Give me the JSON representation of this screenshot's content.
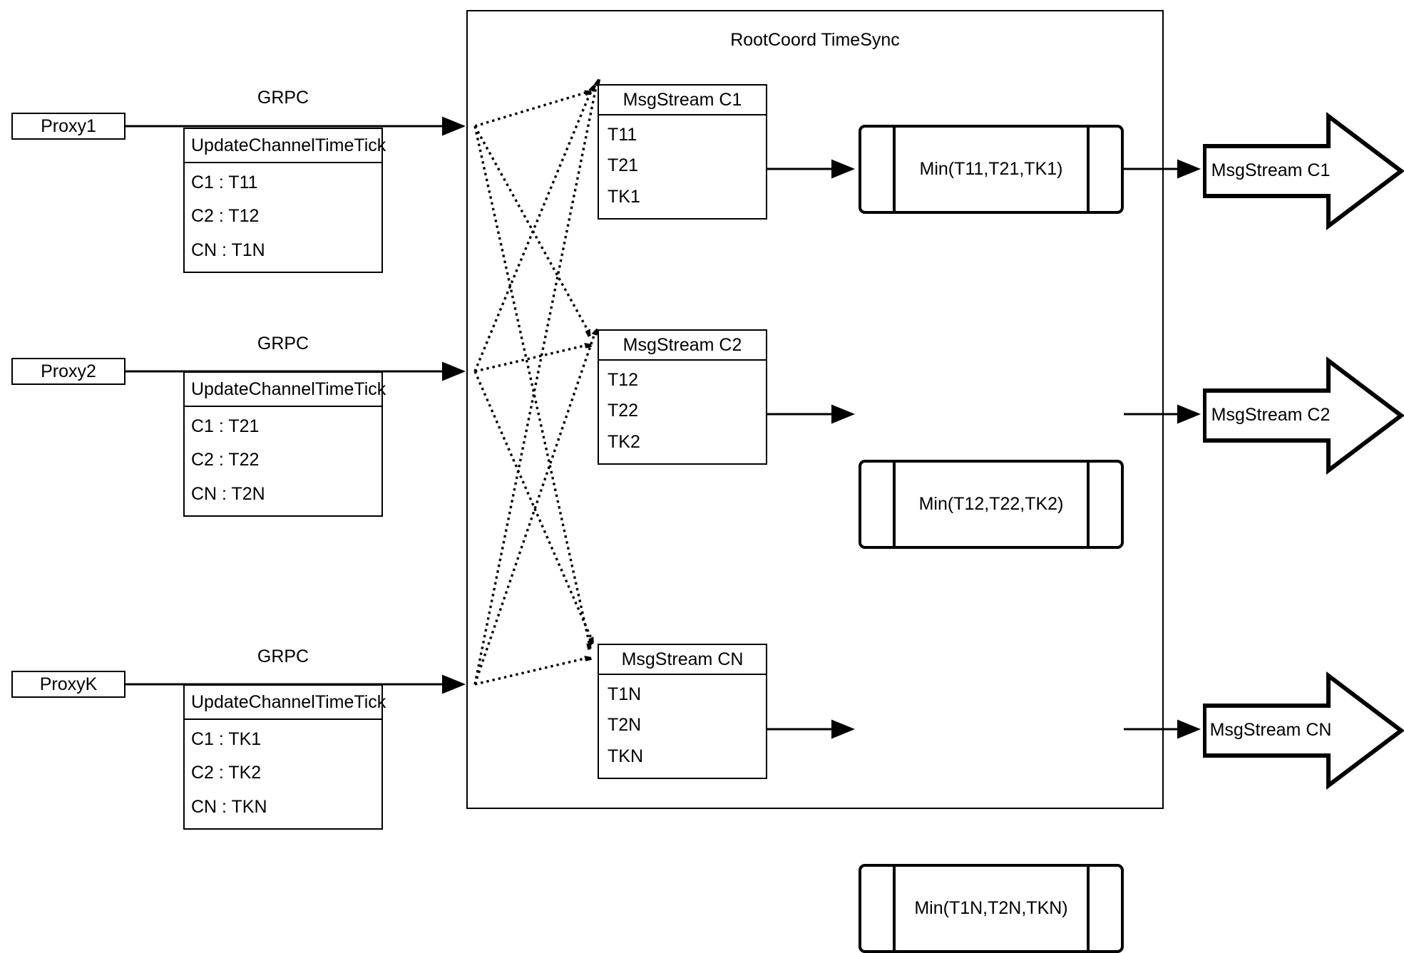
{
  "diagram": {
    "container_title": "RootCoord TimeSync",
    "rpc_label": "GRPC",
    "rpc_box_title": "UpdateChannelTimeTick",
    "colors": {
      "stroke": "#000000",
      "background": "#ffffff"
    },
    "rows": [
      {
        "proxy": "Proxy1",
        "rpc_label": "GRPC",
        "rpc_title": "UpdateChannelTimeTick",
        "rpc_entries": [
          "C1 :  T11",
          "C2 :  T12",
          "CN : T1N"
        ],
        "msgstream_title": "MsgStream C1",
        "msgstream_values": [
          "T11",
          "T21",
          "TK1"
        ],
        "min_label": "Min(T11,T21,TK1)",
        "output_label": "MsgStream C1"
      },
      {
        "proxy": "Proxy2",
        "rpc_label": "GRPC",
        "rpc_title": "UpdateChannelTimeTick",
        "rpc_entries": [
          "C1 :  T21",
          "C2 :  T22",
          "CN : T2N"
        ],
        "msgstream_title": "MsgStream C2",
        "msgstream_values": [
          "T12",
          "T22",
          "TK2"
        ],
        "min_label": "Min(T12,T22,TK2)",
        "output_label": "MsgStream C2"
      },
      {
        "proxy": "ProxyK",
        "rpc_label": "GRPC",
        "rpc_title": "UpdateChannelTimeTick",
        "rpc_entries": [
          "C1 :  TK1",
          "C2 :  TK2",
          "CN : TKN"
        ],
        "msgstream_title": "MsgStream CN",
        "msgstream_values": [
          "T1N",
          "T2N",
          "TKN"
        ],
        "min_label": "Min(T1N,T2N,TKN)",
        "output_label": "MsgStream CN"
      }
    ]
  }
}
